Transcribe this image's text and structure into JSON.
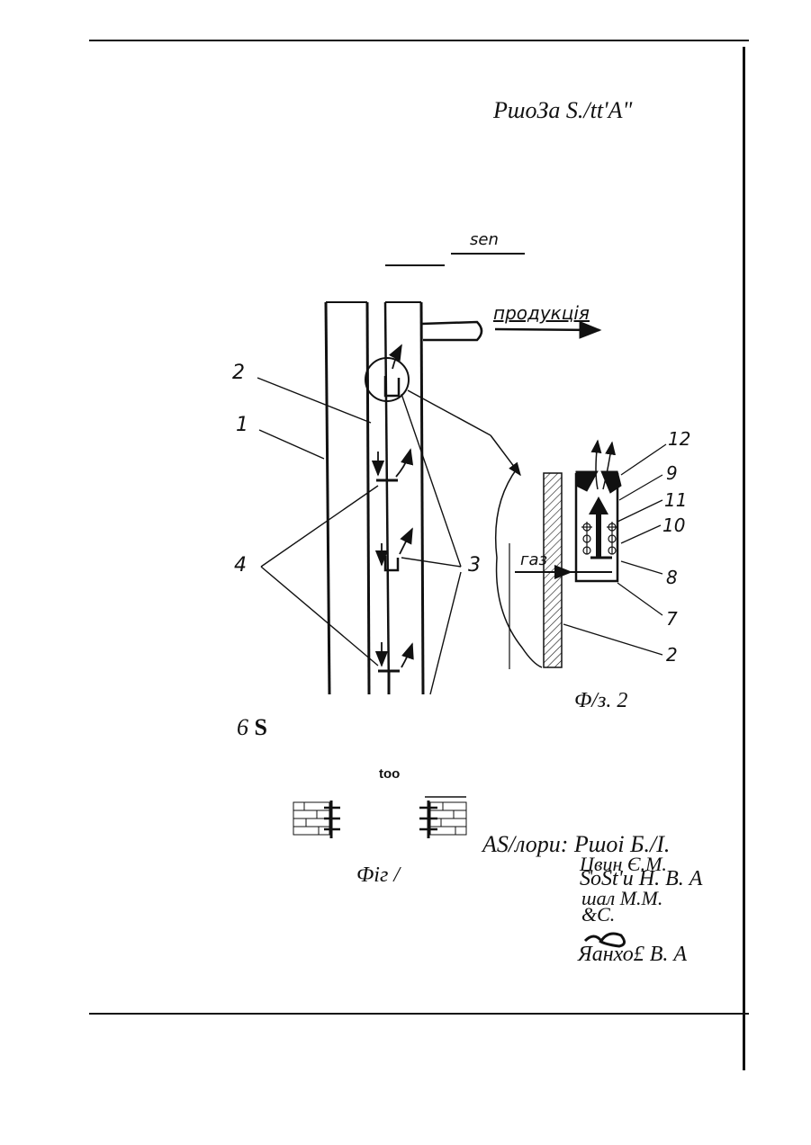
{
  "header": {
    "stamp": "РшоЗа S./tt'A\"",
    "small_label": "sen"
  },
  "figure2": {
    "product_label": "продукція",
    "gas_label": "газ",
    "caption": "Ф/з. 2",
    "callouts": [
      "1",
      "2",
      "3",
      "4",
      "12",
      "9",
      "11",
      "10",
      "8",
      "7",
      "2"
    ]
  },
  "figure1": {
    "mark": "6",
    "mark_bold": "S",
    "small_label": "too",
    "caption": "Фіг /"
  },
  "authors": {
    "heading": "AS/лори: Ршоі Б./І.",
    "lines": [
      "Цвин Є.М.",
      "SoSt'u Н. В. А",
      "шал М.М.",
      "&С.",
      "Яанхо£ В. А"
    ],
    "signature": "ep"
  },
  "colors": {
    "ink": "#111111",
    "paper": "#ffffff"
  }
}
